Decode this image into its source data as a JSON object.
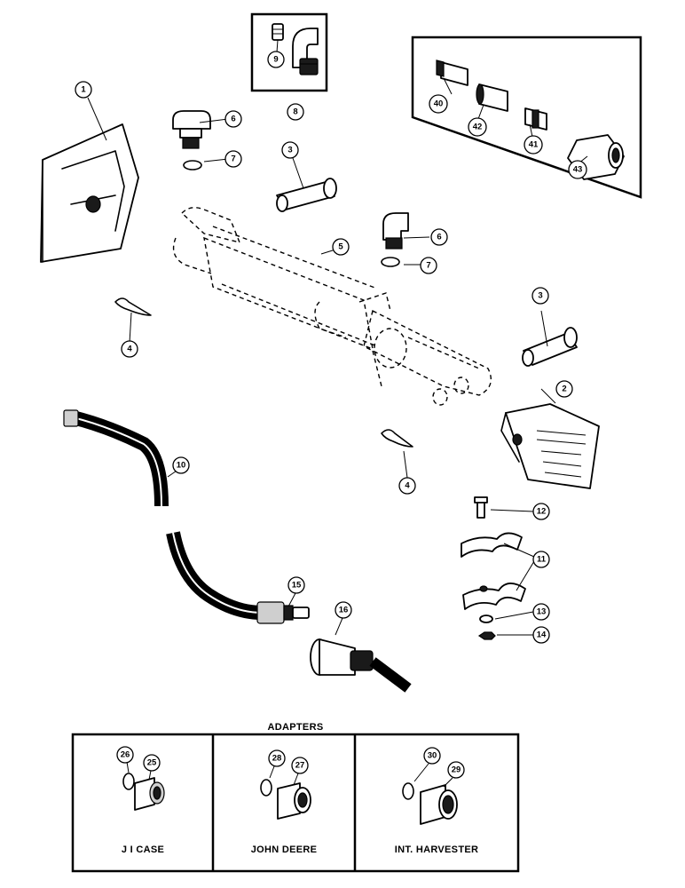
{
  "callouts": {
    "c1": "1",
    "c2": "2",
    "c3a": "3",
    "c3b": "3",
    "c4a": "4",
    "c4b": "4",
    "c5": "5",
    "c6a": "6",
    "c6b": "6",
    "c7a": "7",
    "c7b": "7",
    "c8": "8",
    "c9": "9",
    "c10": "10",
    "c11": "11",
    "c12": "12",
    "c13": "13",
    "c14": "14",
    "c15": "15",
    "c16": "16",
    "c40": "40",
    "c41": "41",
    "c42": "42",
    "c43": "43",
    "c25": "25",
    "c26": "26",
    "c27": "27",
    "c28": "28",
    "c29": "29",
    "c30": "30"
  },
  "adapters": {
    "title": "ADAPTERS",
    "panels": [
      {
        "label": "J I CASE"
      },
      {
        "label": "JOHN DEERE"
      },
      {
        "label": "INT. HARVESTER"
      }
    ]
  }
}
